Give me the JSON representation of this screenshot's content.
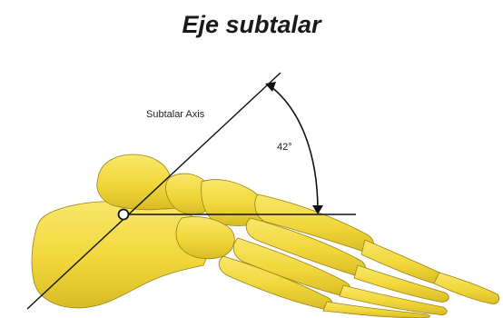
{
  "title": "Eje subtalar",
  "diagram": {
    "axis_label": "Subtalar Axis",
    "angle_label": "42°",
    "colors": {
      "bone_fill": "#f3dc3e",
      "bone_shadow": "#c9ac1f",
      "bone_outline": "#9a8216",
      "line": "#111111",
      "pivot_fill": "#ffffff"
    }
  }
}
